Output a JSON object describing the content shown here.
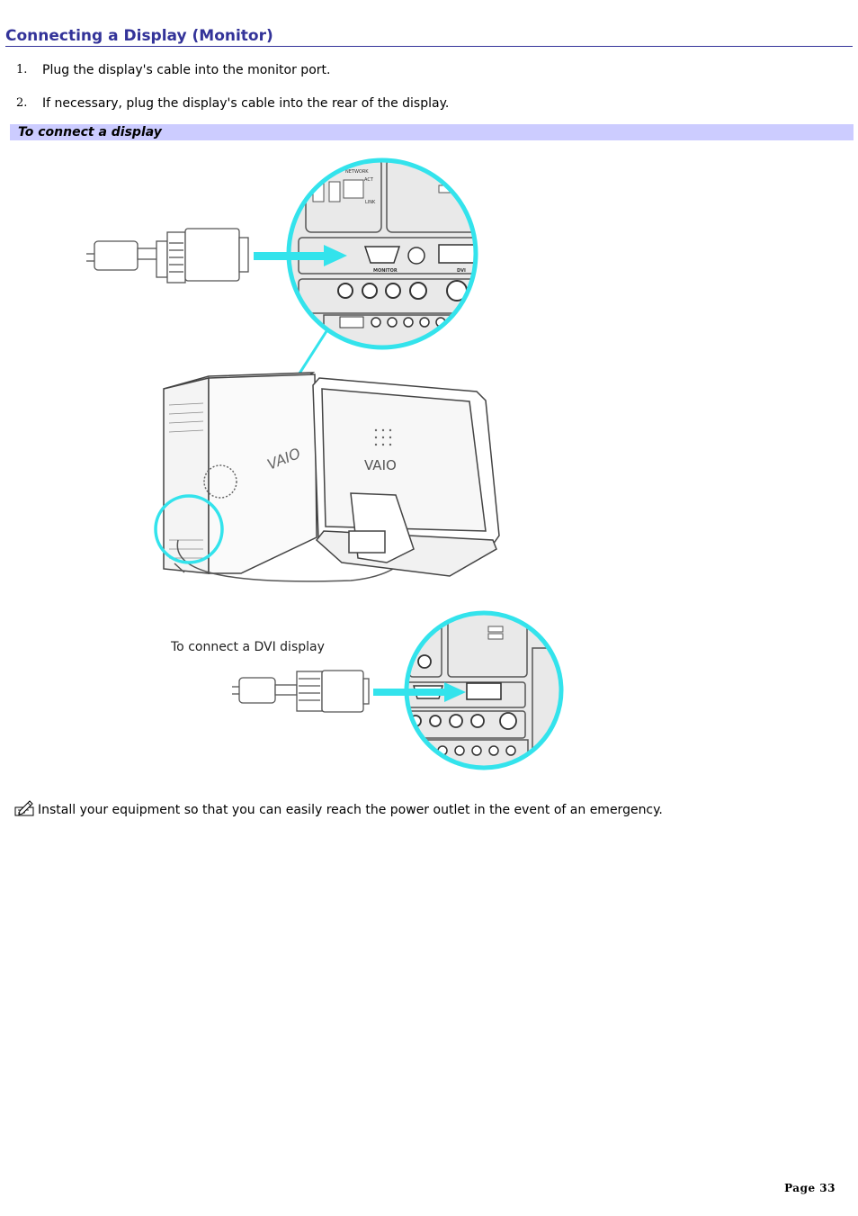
{
  "page": {
    "title": "Connecting a Display (Monitor)",
    "steps": [
      {
        "num": "1.",
        "text": "Plug the display's cable into the monitor port."
      },
      {
        "num": "2.",
        "text": "If necessary, plug the display's cable into the rear of the display."
      }
    ],
    "figure_caption": "To connect a display",
    "figure": {
      "port_labels": {
        "network": "NETWORK",
        "act": "ACT",
        "link": "LINK",
        "monitor": "MONITOR",
        "dvi": "DVI"
      },
      "brand": "VAIO",
      "dvi_title": "To connect a DVI display"
    },
    "note": {
      "icon": "pen-note-icon",
      "text": "Install your equipment so that you can easily reach the power outlet in the event of an emergency."
    },
    "page_number": "Page 33"
  },
  "colors": {
    "title": "#333399",
    "caption_bg": "#ccccff",
    "highlight": "#33e3ec"
  }
}
